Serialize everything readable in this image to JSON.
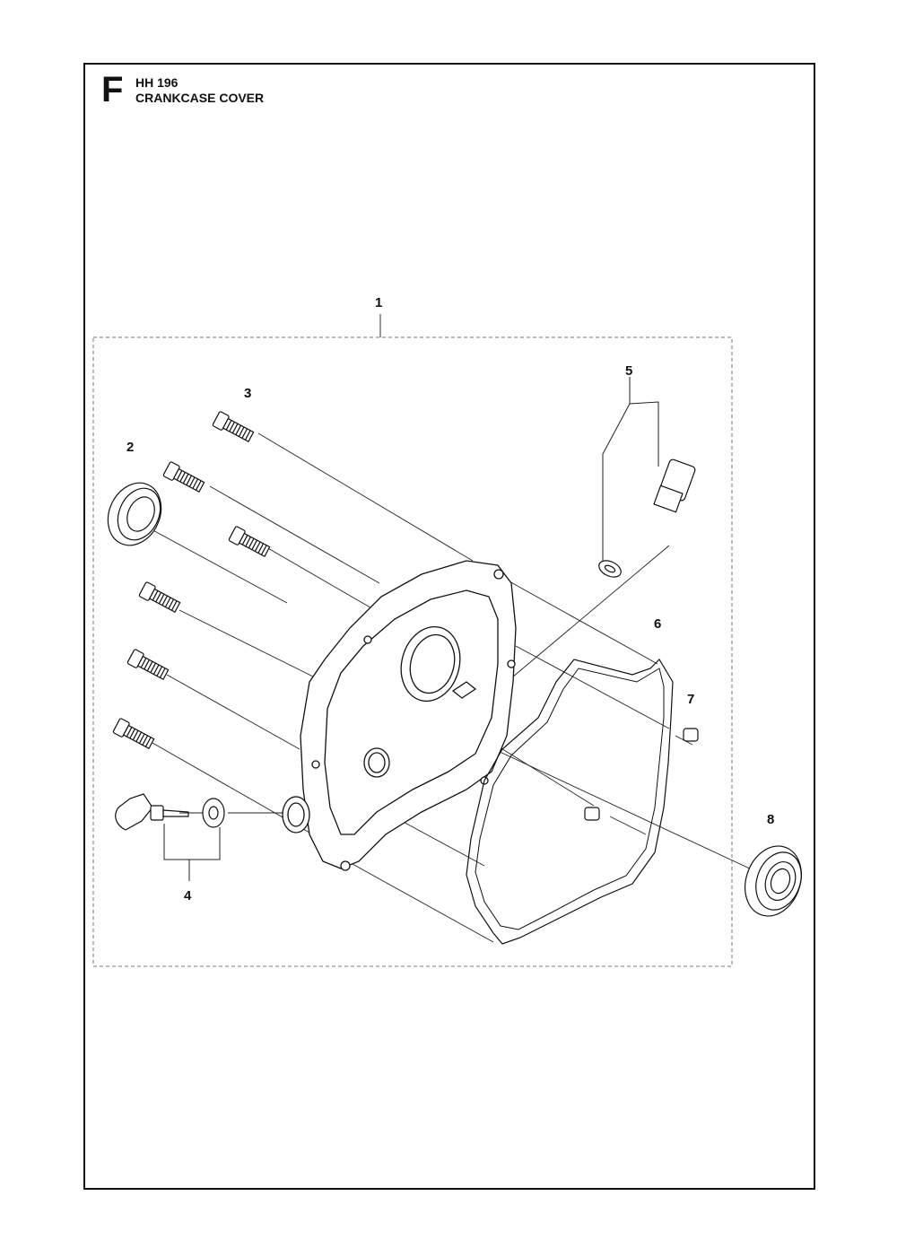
{
  "header": {
    "section_letter": "F",
    "model": "HH 196",
    "title": "CRANKCASE COVER"
  },
  "callouts": [
    "1",
    "2",
    "3",
    "4",
    "5",
    "6",
    "7",
    "8"
  ]
}
